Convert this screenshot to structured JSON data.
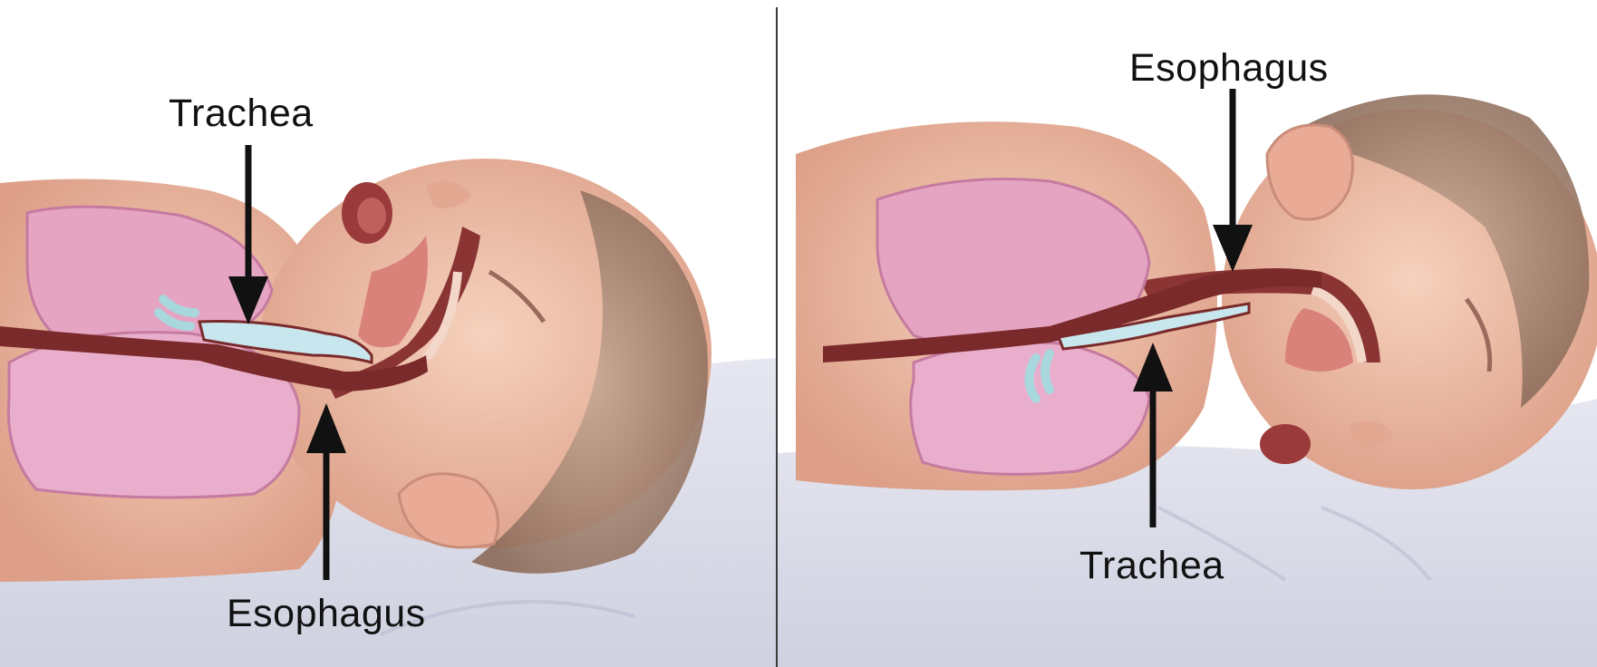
{
  "panels": [
    {
      "position": "supine",
      "labels": {
        "top": "Trachea",
        "bottom": "Esophagus"
      }
    },
    {
      "position": "prone",
      "labels": {
        "top": "Esophagus",
        "bottom": "Trachea"
      }
    }
  ],
  "colors": {
    "skin": "#f2c2a8",
    "skin_shadow": "#d89a86",
    "lung": "#e8a9c8",
    "airway_dark": "#7a2a2a",
    "airway_light": "#c8e6ee",
    "sheet": "#d9dbe8",
    "hair": "#8a6a58",
    "arrow": "#111111"
  }
}
